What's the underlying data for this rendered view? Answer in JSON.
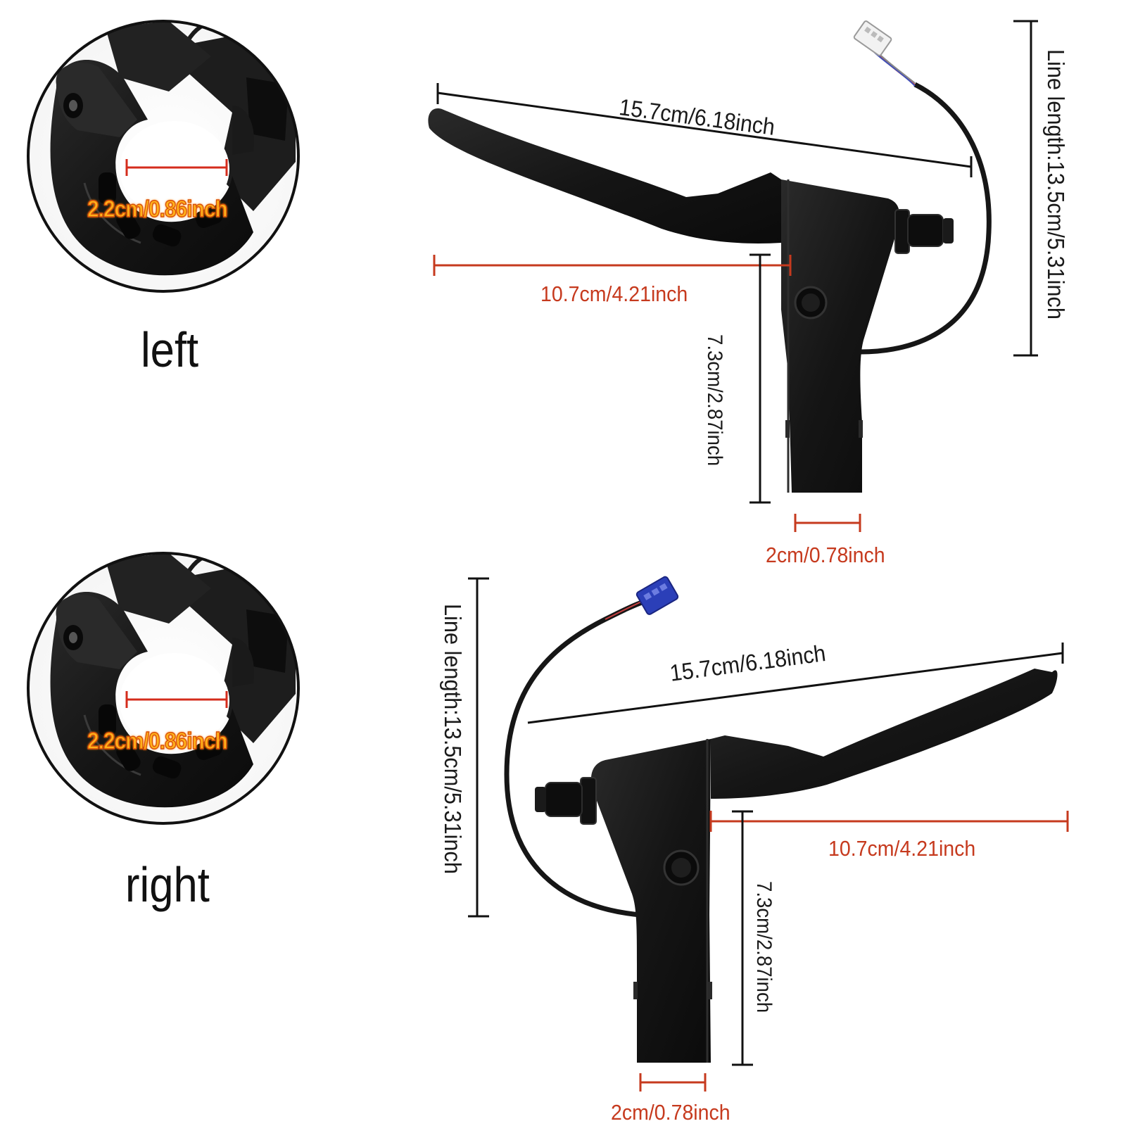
{
  "product": {
    "left": {
      "side_label": "left",
      "clamp_diameter": "2.2cm/0.86inch",
      "lever_length": "15.7cm/6.18inch",
      "blade_length": "10.7cm/4.21inch",
      "body_height": "7.3cm/2.87inch",
      "body_width": "2cm/0.78inch",
      "line_length": "Line length:13.5cm/5.31inch",
      "connector_color": "#f2f2f2"
    },
    "right": {
      "side_label": "right",
      "clamp_diameter": "2.2cm/0.86inch",
      "lever_length": "15.7cm/6.18inch",
      "blade_length": "10.7cm/4.21inch",
      "body_height": "7.3cm/2.87inch",
      "body_width": "2cm/0.78inch",
      "line_length": "Line length:13.5cm/5.31inch",
      "connector_color": "#2b3fb8"
    }
  },
  "colors": {
    "lever": "#141414",
    "dimension_red": "#c63a1e",
    "dimension_black": "#1a1a1a"
  }
}
